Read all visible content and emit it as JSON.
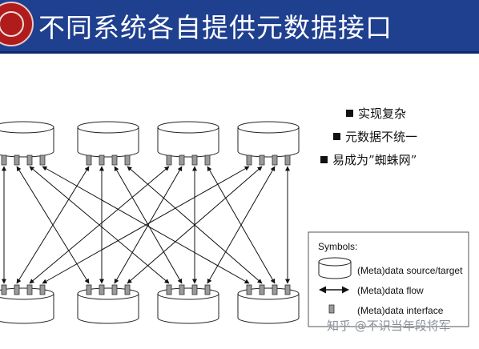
{
  "title": "不同系统各自提供元数据接口",
  "bullets": [
    "实现复杂",
    "元数据不统一",
    "易成为”蜘蛛网”"
  ],
  "legend": {
    "heading": "Symbols:",
    "items": [
      {
        "icon": "cylinder-icon",
        "label": "(Meta)data source/target"
      },
      {
        "icon": "double-arrow-icon",
        "label": "(Meta)data flow"
      },
      {
        "icon": "interface-block-icon",
        "label": "(Meta)data interface"
      }
    ]
  },
  "watermark": "知乎 @不识当年段将军",
  "colors": {
    "title_bg": "#1f3f8f",
    "line": "#111111",
    "port": "#9a9a9a"
  }
}
